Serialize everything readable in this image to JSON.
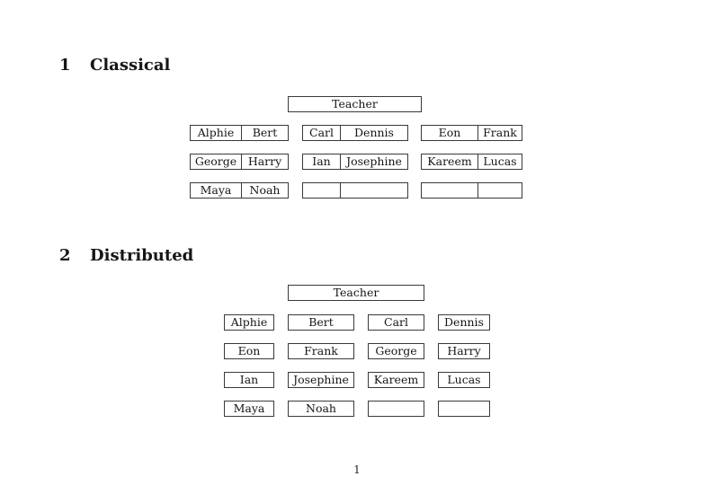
{
  "page": {
    "number_label": "1"
  },
  "colors": {
    "background": "#ffffff",
    "text": "#161616",
    "border": "#3a3a3a"
  },
  "sections": [
    {
      "number": "1",
      "title": "Classical",
      "teacher_label": "Teacher",
      "desk_rows": [
        [
          {
            "left": "Alphie",
            "right": "Bert"
          },
          {
            "left": "Carl",
            "right": "Dennis"
          },
          {
            "left": "Eon",
            "right": "Frank"
          }
        ],
        [
          {
            "left": "George",
            "right": "Harry"
          },
          {
            "left": "Ian",
            "right": "Josephine"
          },
          {
            "left": "Kareem",
            "right": "Lucas"
          }
        ],
        [
          {
            "left": "Maya",
            "right": "Noah"
          },
          {
            "left": "",
            "right": ""
          },
          {
            "left": "",
            "right": ""
          }
        ]
      ]
    },
    {
      "number": "2",
      "title": "Distributed",
      "teacher_label": "Teacher",
      "seat_rows": [
        [
          "Alphie",
          "Bert",
          "Carl",
          "Dennis"
        ],
        [
          "Eon",
          "Frank",
          "George",
          "Harry"
        ],
        [
          "Ian",
          "Josephine",
          "Kareem",
          "Lucas"
        ],
        [
          "Maya",
          "Noah",
          "",
          ""
        ]
      ]
    }
  ]
}
